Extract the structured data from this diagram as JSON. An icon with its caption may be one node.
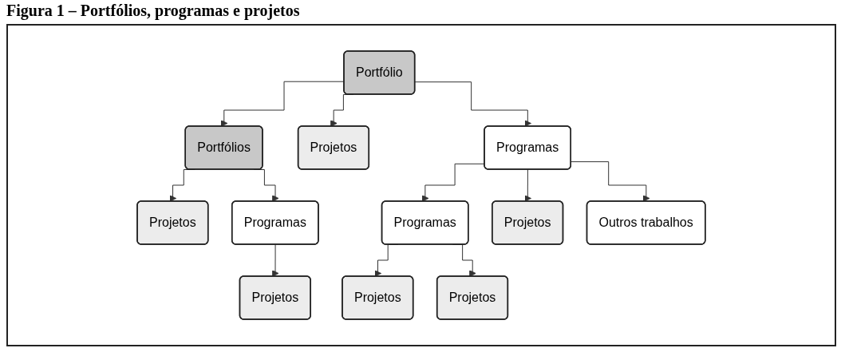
{
  "diagram": {
    "title": "Figura 1 – Portfólios, programas e projetos",
    "nodes": [
      {
        "text": [
          "Portfólio"
        ]
      },
      {
        "text": [
          "Portfólios"
        ]
      },
      {
        "text": [
          "Projetos"
        ]
      },
      {
        "text": [
          "Programas"
        ]
      },
      {
        "text": [
          "Projetos"
        ]
      },
      {
        "text": [
          "Programas"
        ]
      },
      {
        "text": [
          "Projetos"
        ]
      },
      {
        "text": [
          "Programas"
        ]
      },
      {
        "text": [
          "Projetos"
        ]
      },
      {
        "text": [
          "Outros trabalhos"
        ]
      },
      {
        "text": [
          "Projetos"
        ]
      },
      {
        "text": [
          "Projetos"
        ]
      }
    ],
    "edges": [
      {
        "from": 0,
        "to": 1,
        "arrow": "to"
      },
      {
        "from": 0,
        "to": 2,
        "arrow": "to"
      },
      {
        "from": 0,
        "to": 3,
        "arrow": "to"
      },
      {
        "from": 1,
        "to": 4,
        "arrow": "to"
      },
      {
        "from": 1,
        "to": 5,
        "arrow": "to"
      },
      {
        "from": 5,
        "to": 6,
        "arrow": "to"
      },
      {
        "from": 3,
        "to": 7,
        "arrow": "to"
      },
      {
        "from": 3,
        "to": 8,
        "arrow": "to"
      },
      {
        "from": 3,
        "to": 9,
        "arrow": "to"
      },
      {
        "from": 7,
        "to": 10,
        "arrow": "to"
      },
      {
        "from": 7,
        "to": 11,
        "arrow": "to"
      }
    ]
  }
}
